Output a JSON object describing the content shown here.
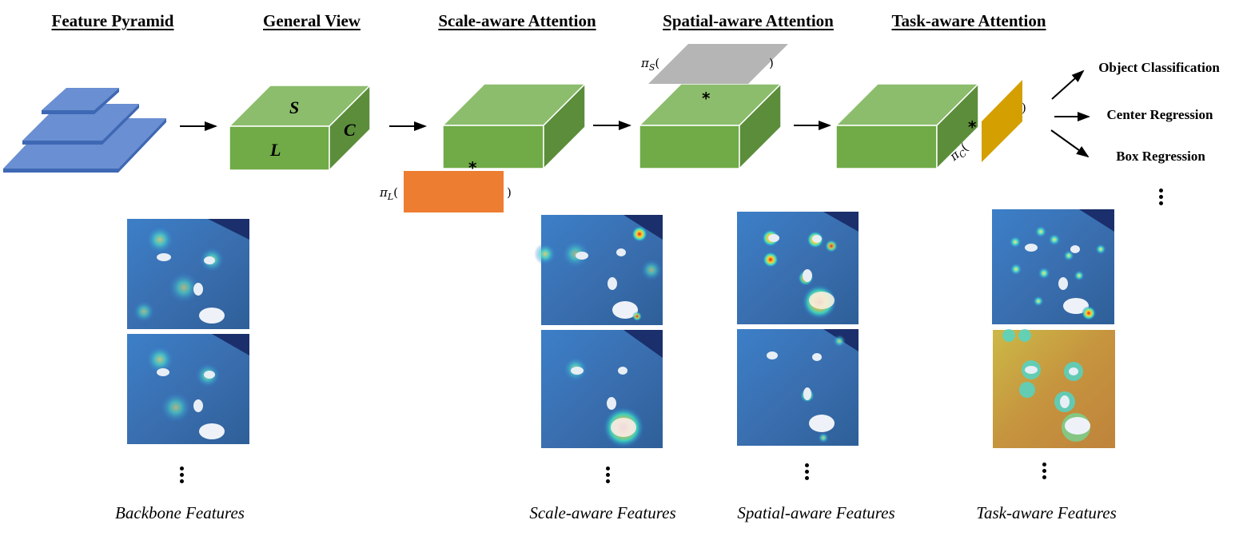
{
  "headings": {
    "feature_pyramid": "Feature Pyramid",
    "general_view": "General View",
    "scale_aware": "Scale-aware Attention",
    "spatial_aware": "Spatial-aware Attention",
    "task_aware": "Task-aware Attention"
  },
  "general_view_cube": {
    "top_label": "S",
    "front_label": "L",
    "side_label": "C"
  },
  "attention_functions": {
    "scale": {
      "symbol": "π",
      "subscript": "L",
      "open": "(",
      "close": ")"
    },
    "spatial": {
      "symbol": "π",
      "subscript": "S",
      "open": "(",
      "close": ")"
    },
    "task": {
      "symbol": "π",
      "subscript": "C",
      "open": "(",
      "close": ")"
    },
    "operator": "*"
  },
  "outputs": {
    "items": [
      "Object Classification",
      "Center Regression",
      "Box Regression"
    ]
  },
  "captions": {
    "backbone": "Backbone Features",
    "scale": "Scale-aware Features",
    "spatial": "Spatial-aware Features",
    "task": "Task-aware Features"
  },
  "colors": {
    "pyramid_blue": "#6a8fd2",
    "pyramid_edge": "#3e68b4",
    "cube_top": "#8cbd6c",
    "cube_front": "#70ab47",
    "cube_side": "#5b8d3b",
    "scale_orange": "#ed7d31",
    "spatial_gray": "#b5b5b5",
    "task_gold": "#d49f00"
  }
}
